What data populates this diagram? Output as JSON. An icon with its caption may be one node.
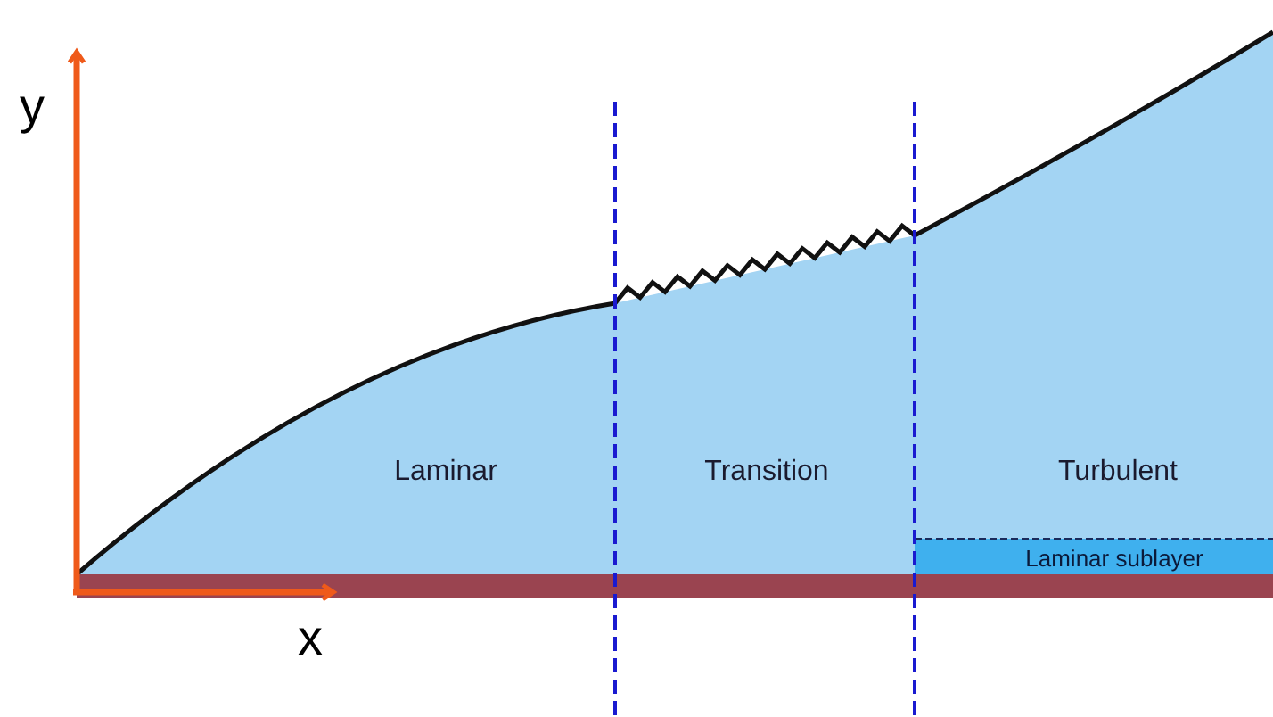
{
  "diagram": {
    "labels": [
      "y",
      "Laminar",
      "Transition",
      "Turbulent",
      "Laminar sublayer",
      "x"
    ]
  }
}
